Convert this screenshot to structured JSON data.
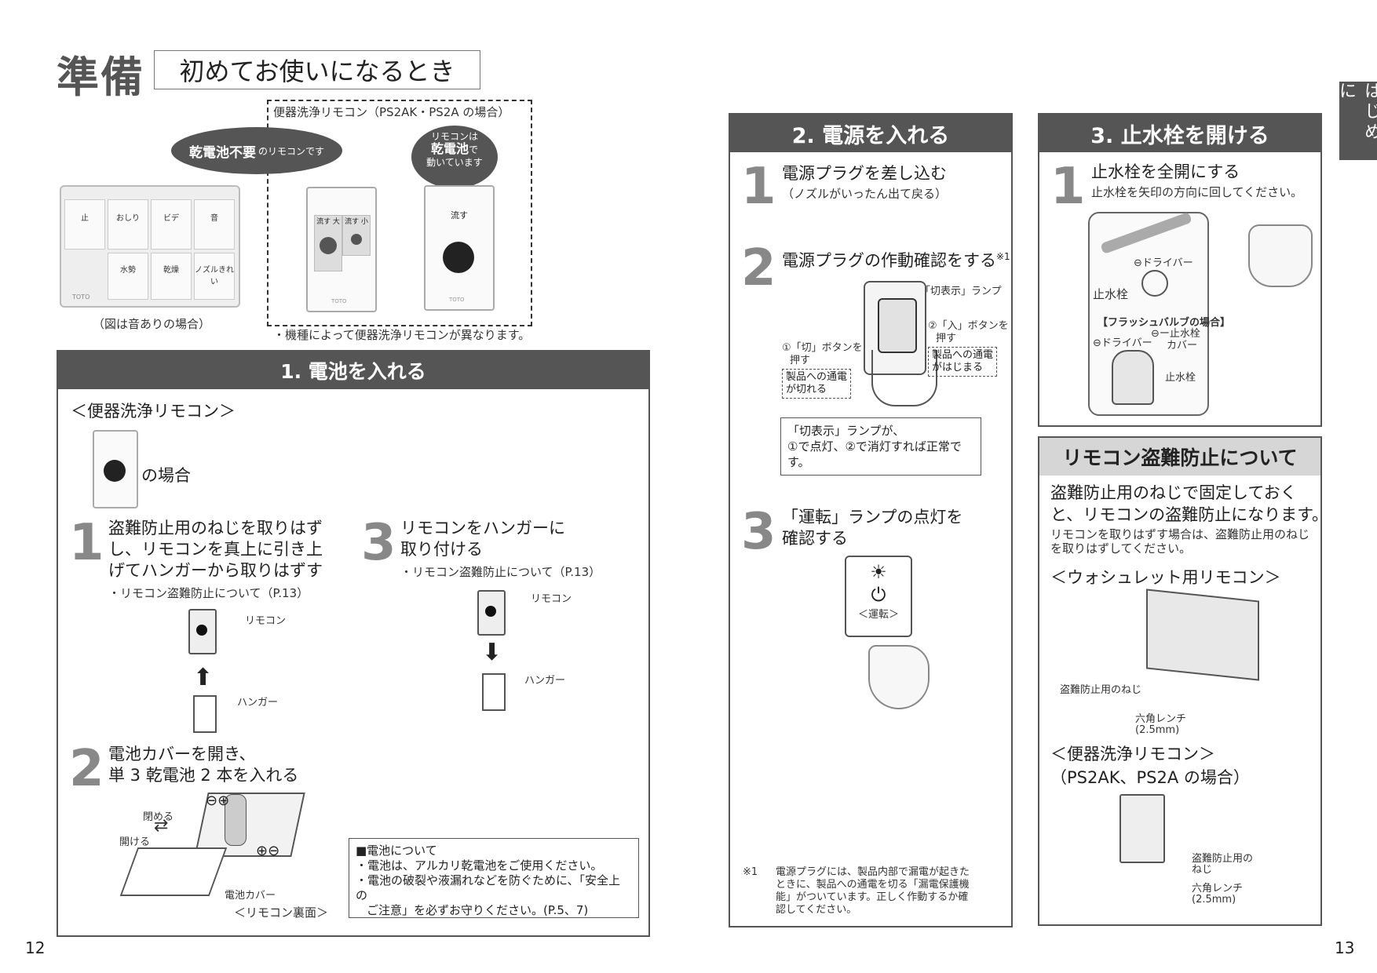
{
  "header": {
    "section": "準備",
    "title": "初めてお使いになるとき"
  },
  "sidetab": "はじめに",
  "remote_intro": {
    "dash_label": "便器洗浄リモコン（PS2AK・PS2A の場合）",
    "bubble_left_bold": "乾電池不要",
    "bubble_left_rest": "のリモコンです",
    "bubble_right_line1": "リモコンは",
    "bubble_right_bold": "乾電池",
    "bubble_right_line2b": "で",
    "bubble_right_line3": "動いています",
    "caption_left": "（図は音ありの場合）",
    "caption_right": "・機種によって便器洗浄リモコンが異なります。",
    "panel_buttons_top": [
      "止",
      "おしり",
      "ビデ",
      "音"
    ],
    "panel_buttons_bottom": [
      "水勢",
      "乾燥",
      "ノズルきれい"
    ],
    "remote_mid_labels": [
      "流す 大",
      "流す 小"
    ],
    "remote_right_label": "流す",
    "brand": "TOTO"
  },
  "section1": {
    "heading": "1. 電池を入れる",
    "subheading": "＜便器洗浄リモコン＞",
    "case_label": "の場合",
    "step1_num": "1",
    "step1_line1": "盗難防止用のねじを取りはず",
    "step1_line2": "し、リモコンを真上に引き上",
    "step1_line3": "げてハンガーから取りはずす",
    "step1_note": "・リモコン盗難防止について（P.13）",
    "step3_num": "3",
    "step3_line1": "リモコンをハンガーに",
    "step3_line2": "取り付ける",
    "step3_note": "・リモコン盗難防止について（P.13）",
    "label_remote": "リモコン",
    "label_hanger": "ハンガー",
    "step2_num": "2",
    "step2_line1": "電池カバーを開き、",
    "step2_line2": "単 3 乾電池 2 本を入れる",
    "label_close": "閉める",
    "label_open": "開ける",
    "label_cover": "電池カバー",
    "label_back": "＜リモコン裏面＞",
    "battery_note_title": "■電池について",
    "battery_note_1": "・電池は、アルカリ乾電池をご使用ください。",
    "battery_note_2a": "・電池の破裂や液漏れなどを防ぐために、「安全上の",
    "battery_note_2b": "ご注意」を必ずお守りください。(P.5、7)"
  },
  "section2": {
    "heading": "2. 電源を入れる",
    "step1_num": "1",
    "step1_title": "電源プラグを差し込む",
    "step1_sub": "（ノズルがいったん出て戻る）",
    "step2_num": "2",
    "step2_title": "電源プラグの作動確認をする",
    "step2_sup": "※1",
    "label_lamp": "「切表示」ランプ",
    "label_on_a": "②「入」ボタンを",
    "label_on_b": "押す",
    "label_off_a": "①「切」ボタンを",
    "label_off_b": "押す",
    "label_power_on_a": "製品への通電",
    "label_power_on_b": "がはじまる",
    "label_power_off_a": "製品への通電",
    "label_power_off_b": "が切れる",
    "check_a": "「切表示」ランプが、",
    "check_b": "①で点灯、②で消灯すれば正常です。",
    "step3_num": "3",
    "step3_line1": "「運転」ランプの点灯を",
    "step3_line2": "確認する",
    "run_label": "＜運転＞",
    "footnote_mark": "※1",
    "footnote_1": "電源プラグには、製品内部で漏電が起きた",
    "footnote_2": "ときに、製品への通電を切る「漏電保護機",
    "footnote_3": "能」がついています。正しく作動するか確",
    "footnote_4": "認してください。"
  },
  "section3": {
    "heading": "3. 止水栓を開ける",
    "step1_num": "1",
    "step1_title": "止水栓を全開にする",
    "step1_sub": "止水栓を矢印の方向に回してください。",
    "label_driver": "⊖ドライバー",
    "label_valve": "止水栓",
    "label_flush": "【フラッシュバルブの場合】",
    "label_driver2": "⊖ドライバー",
    "label_valve_cover_a": "⊖ー止水栓",
    "label_valve_cover_b": "カバー",
    "label_valve2": "止水栓"
  },
  "section4": {
    "heading": "リモコン盗難防止について",
    "lead_1": "盗難防止用のねじで固定しておく",
    "lead_2": "と、リモコンの盗難防止になります。",
    "sub_1": "リモコンを取りはずす場合は、盗難防止用のねじ",
    "sub_2": "を取りはずしてください。",
    "washlet_title": "＜ウォシュレット用リモコン＞",
    "label_screw": "盗難防止用のねじ",
    "label_wrench_a": "六角レンチ",
    "label_wrench_b": "(2.5mm)",
    "flush_title_1": "＜便器洗浄リモコン＞",
    "flush_title_2": "（PS2AK、PS2A の場合）",
    "label_screw2_a": "盗難防止用の",
    "label_screw2_b": "ねじ",
    "label_wrench2_a": "六角レンチ",
    "label_wrench2_b": "(2.5mm)"
  },
  "page_numbers": {
    "left": "12",
    "right": "13"
  }
}
